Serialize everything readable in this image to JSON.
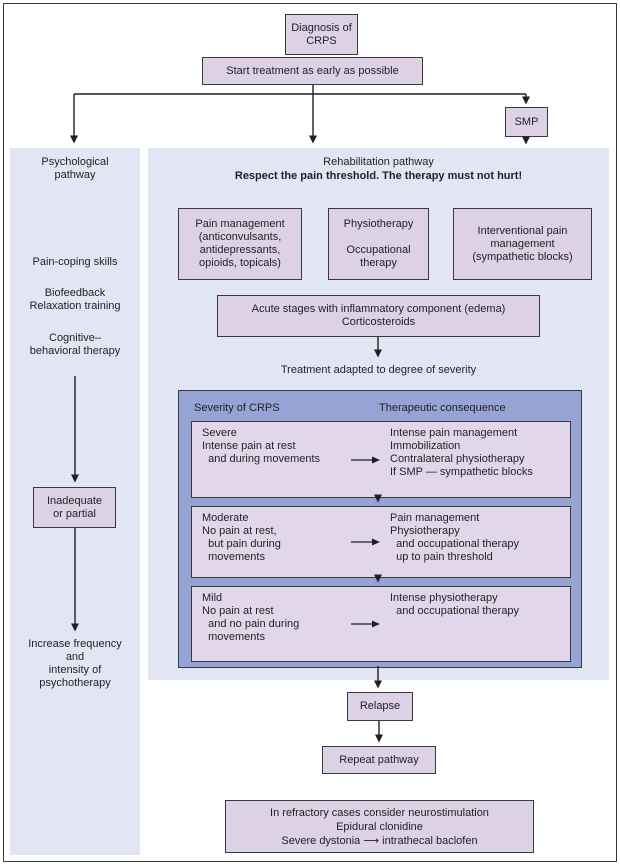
{
  "colors": {
    "box_fill": "#ddd1e6",
    "row_fill": "#e2d7ea",
    "panel_fill": "#e2e5f3",
    "table_fill": "#95a3d5",
    "border": "#3a3a3a",
    "ink": "#231f20"
  },
  "top": {
    "diagnosis": "Diagnosis of\nCRPS",
    "start": "Start treatment as early as possible",
    "smp": "SMP"
  },
  "psych": {
    "title": "Psychological\npathway",
    "items": [
      "Pain-coping skills",
      "Biofeedback\nRelaxation training",
      "Cognitive–\nbehavioral therapy"
    ],
    "inadequate": "Inadequate\nor partial",
    "increase": "Increase frequency\nand\nintensity of\npsychotherapy"
  },
  "rehab": {
    "title": "Rehabilitation pathway",
    "subtitle": "Respect the pain threshold. The therapy must not hurt!",
    "boxes": [
      {
        "text": "Pain management\n(anticonvulsants,\nantidepressants,\nopioids, topicals)"
      },
      {
        "text": "Physiotherapy\n\nOccupational\ntherapy"
      },
      {
        "text": "Interventional pain\nmanagement\n(sympathetic blocks)"
      }
    ],
    "acute": "Acute stages with inflammatory component (edema)\nCorticosteroids",
    "treatment_note": "Treatment adapted to degree of severity",
    "severity": {
      "col1": "Severity of CRPS",
      "col2": "Therapeutic consequence",
      "rows": [
        {
          "left": "Severe\nIntense pain at rest\n  and during movements",
          "right": "Intense pain management\nImmobilization\nContralateral physiotherapy\nIf SMP — sympathetic blocks"
        },
        {
          "left": "Moderate\nNo pain at rest,\n  but pain during\n  movements",
          "right": "Pain management\nPhysiotherapy\n  and occupational therapy\n  up to pain threshold"
        },
        {
          "left": "Mild\nNo pain at rest\n  and no pain during\n  movements",
          "right": "Intense physiotherapy\n  and occupational therapy"
        }
      ]
    }
  },
  "bottom": {
    "relapse": "Relapse",
    "repeat": "Repeat pathway",
    "refractory": "In refractory cases consider neurostimulation\nEpidural clonidine\nSevere dystonia ⟶ intrathecal baclofen"
  }
}
